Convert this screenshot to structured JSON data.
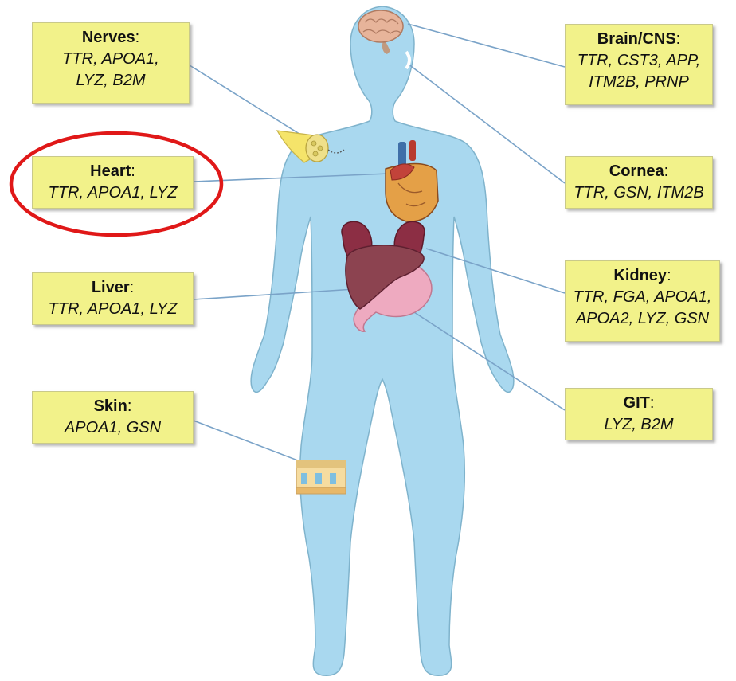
{
  "labels": {
    "nerves": {
      "name": "Nerves",
      "colon": ":",
      "genes": [
        "TTR, APOA1,",
        "LYZ, B2M"
      ]
    },
    "heart": {
      "name": "Heart",
      "colon": ":",
      "genes": [
        "TTR, APOA1, LYZ"
      ]
    },
    "liver": {
      "name": "Liver",
      "colon": ":",
      "genes": [
        "TTR, APOA1, LYZ"
      ]
    },
    "skin": {
      "name": "Skin",
      "colon": ":",
      "genes": [
        "APOA1, GSN"
      ]
    },
    "brain": {
      "name": "Brain/CNS",
      "colon": ":",
      "genes": [
        "TTR, CST3, APP,",
        "ITM2B, PRNP"
      ]
    },
    "cornea": {
      "name": "Cornea",
      "colon": ":",
      "genes": [
        "TTR, GSN, ITM2B"
      ]
    },
    "kidney": {
      "name": "Kidney",
      "colon": ":",
      "genes": [
        "TTR, FGA, APOA1,",
        "APOA2, LYZ, GSN"
      ]
    },
    "git": {
      "name": "GIT",
      "colon": ":",
      "genes": [
        "LYZ, B2M"
      ]
    }
  },
  "highlight": {
    "target": "heart"
  },
  "colors": {
    "body": "#a9d8ef",
    "body_outline": "#7fb3cc",
    "label_fill": "#f2f28a",
    "connector": "#7aa3c8",
    "highlight_ring": "#e01818"
  },
  "icons": [
    "brain-icon",
    "eye-lens-icon",
    "nerve-icon",
    "heart-icon",
    "kidney-icon",
    "liver-icon",
    "stomach-icon",
    "skin-icon"
  ]
}
